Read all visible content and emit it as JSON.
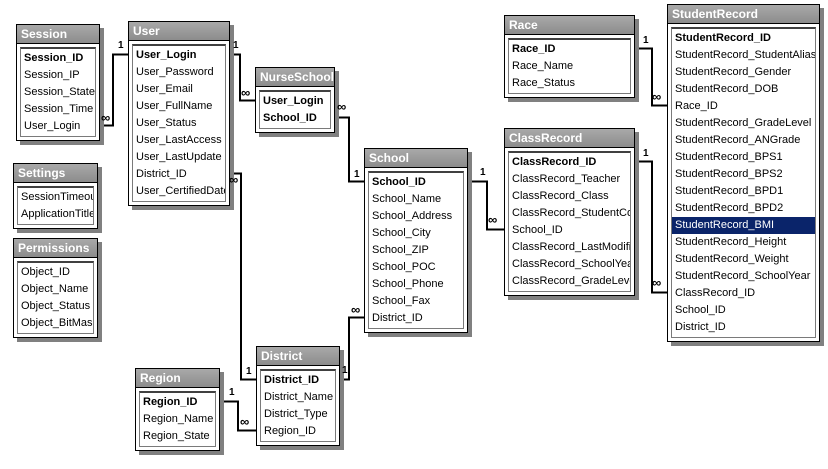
{
  "colors": {
    "title_bar": "#999999",
    "title_text": "#ffffff",
    "selection": "#0a246a",
    "line": "#000000"
  },
  "tables": [
    {
      "id": "session",
      "title": "Session",
      "fields": [
        {
          "name": "Session_ID",
          "pk": true
        },
        {
          "name": "Session_IP"
        },
        {
          "name": "Session_State"
        },
        {
          "name": "Session_Time"
        },
        {
          "name": "User_Login"
        }
      ]
    },
    {
      "id": "user",
      "title": "User",
      "fields": [
        {
          "name": "User_Login",
          "pk": true
        },
        {
          "name": "User_Password"
        },
        {
          "name": "User_Email"
        },
        {
          "name": "User_FullName"
        },
        {
          "name": "User_Status"
        },
        {
          "name": "User_LastAccess"
        },
        {
          "name": "User_LastUpdate"
        },
        {
          "name": "District_ID"
        },
        {
          "name": "User_CertifiedDate"
        }
      ]
    },
    {
      "id": "nurseschool",
      "title": "NurseSchool",
      "fields": [
        {
          "name": "User_Login",
          "pk": true
        },
        {
          "name": "School_ID",
          "pk": true
        }
      ]
    },
    {
      "id": "settings",
      "title": "Settings",
      "fields": [
        {
          "name": "SessionTimeout"
        },
        {
          "name": "ApplicationTitle"
        }
      ]
    },
    {
      "id": "permissions",
      "title": "Permissions",
      "fields": [
        {
          "name": "Object_ID"
        },
        {
          "name": "Object_Name"
        },
        {
          "name": "Object_Status"
        },
        {
          "name": "Object_BitMask"
        }
      ]
    },
    {
      "id": "school",
      "title": "School",
      "fields": [
        {
          "name": "School_ID",
          "pk": true
        },
        {
          "name": "School_Name"
        },
        {
          "name": "School_Address"
        },
        {
          "name": "School_City"
        },
        {
          "name": "School_ZIP"
        },
        {
          "name": "School_POC"
        },
        {
          "name": "School_Phone"
        },
        {
          "name": "School_Fax"
        },
        {
          "name": "District_ID"
        }
      ]
    },
    {
      "id": "race",
      "title": "Race",
      "fields": [
        {
          "name": "Race_ID",
          "pk": true
        },
        {
          "name": "Race_Name"
        },
        {
          "name": "Race_Status"
        }
      ]
    },
    {
      "id": "classrecord",
      "title": "ClassRecord",
      "fields": [
        {
          "name": "ClassRecord_ID",
          "pk": true
        },
        {
          "name": "ClassRecord_Teacher"
        },
        {
          "name": "ClassRecord_Class"
        },
        {
          "name": "ClassRecord_StudentCount"
        },
        {
          "name": "School_ID"
        },
        {
          "name": "ClassRecord_LastModified"
        },
        {
          "name": "ClassRecord_SchoolYear"
        },
        {
          "name": "ClassRecord_GradeLevel"
        }
      ]
    },
    {
      "id": "studentrecord",
      "title": "StudentRecord",
      "fields": [
        {
          "name": "StudentRecord_ID",
          "pk": true
        },
        {
          "name": "StudentRecord_StudentAlias"
        },
        {
          "name": "StudentRecord_Gender"
        },
        {
          "name": "StudentRecord_DOB"
        },
        {
          "name": "Race_ID"
        },
        {
          "name": "StudentRecord_GradeLevel"
        },
        {
          "name": "StudentRecord_ANGrade"
        },
        {
          "name": "StudentRecord_BPS1"
        },
        {
          "name": "StudentRecord_BPS2"
        },
        {
          "name": "StudentRecord_BPD1"
        },
        {
          "name": "StudentRecord_BPD2"
        },
        {
          "name": "StudentRecord_BMI",
          "selected": true
        },
        {
          "name": "StudentRecord_Height"
        },
        {
          "name": "StudentRecord_Weight"
        },
        {
          "name": "StudentRecord_SchoolYear"
        },
        {
          "name": "ClassRecord_ID"
        },
        {
          "name": "School_ID"
        },
        {
          "name": "District_ID"
        }
      ]
    },
    {
      "id": "region",
      "title": "Region",
      "fields": [
        {
          "name": "Region_ID",
          "pk": true
        },
        {
          "name": "Region_Name"
        },
        {
          "name": "Region_State"
        }
      ]
    },
    {
      "id": "district",
      "title": "District",
      "fields": [
        {
          "name": "District_ID",
          "pk": true
        },
        {
          "name": "District_Name"
        },
        {
          "name": "District_Type"
        },
        {
          "name": "Region_ID"
        }
      ]
    }
  ],
  "cardinality": {
    "one": "1",
    "many": "∞"
  }
}
